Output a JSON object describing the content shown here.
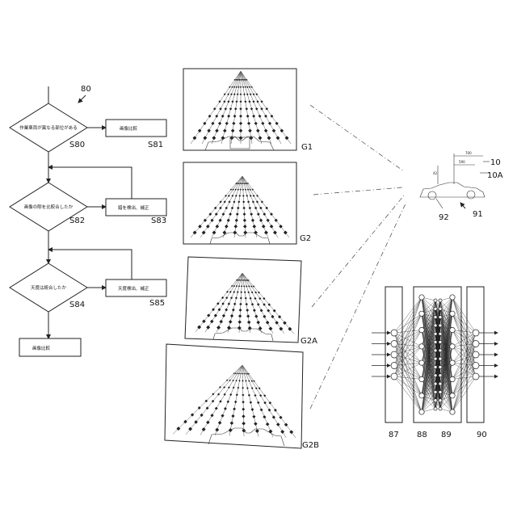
{
  "figure": {
    "ref_main": "80",
    "flow": {
      "d1": {
        "text": "作業車両が異なる部位がある",
        "step": "S80"
      },
      "b1": {
        "text": "画像比較",
        "step": "S81"
      },
      "d2": {
        "text": "画像の隙を比較合したか",
        "step": "S82"
      },
      "b2": {
        "text": "錯を検出、補正",
        "step": "S83"
      },
      "d3": {
        "text": "天度は統合したか",
        "step": "S84"
      },
      "b3": {
        "text": "天度検出、補正",
        "step": "S85"
      },
      "end": {
        "text": "画像比較"
      }
    },
    "panels": [
      {
        "id": "G1"
      },
      {
        "id": "G2"
      },
      {
        "id": "G2A"
      },
      {
        "id": "G2B"
      }
    ],
    "vehicle": {
      "labels": [
        "10",
        "10A",
        "92",
        "91"
      ],
      "dims": [
        "700",
        "590",
        "42"
      ]
    },
    "network": {
      "labels": [
        "87",
        "88",
        "89",
        "90"
      ]
    }
  }
}
